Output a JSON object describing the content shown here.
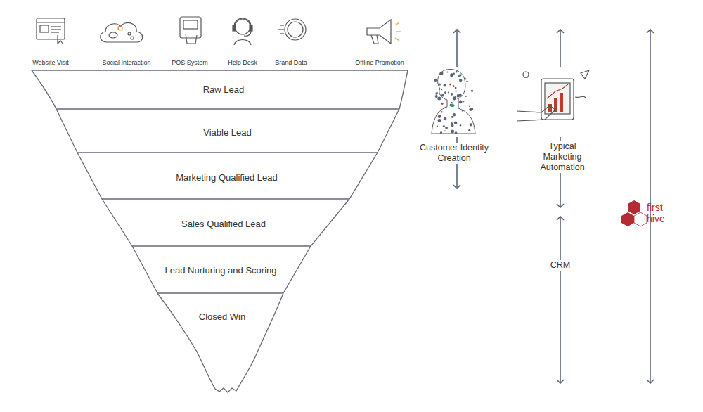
{
  "diagram": {
    "nodes": [
      {
        "text": [
          "Raw Lead"
        ]
      },
      {
        "text": [
          "Viable Lead"
        ]
      },
      {
        "text": [
          "Marketing Qualified Lead"
        ]
      },
      {
        "text": [
          "Sales Qualified Lead"
        ]
      },
      {
        "text": [
          "Lead Nurturing and Scoring"
        ]
      },
      {
        "text": [
          "Closed Win"
        ]
      }
    ],
    "labels": [
      "Website Visit",
      "Social Interaction",
      "POS System",
      "Help Desk",
      "Brand Data",
      "Offline Promotion",
      "Customer Identity Creation",
      "Typical Marketing Automation",
      "CRM",
      "first",
      "hive"
    ]
  }
}
